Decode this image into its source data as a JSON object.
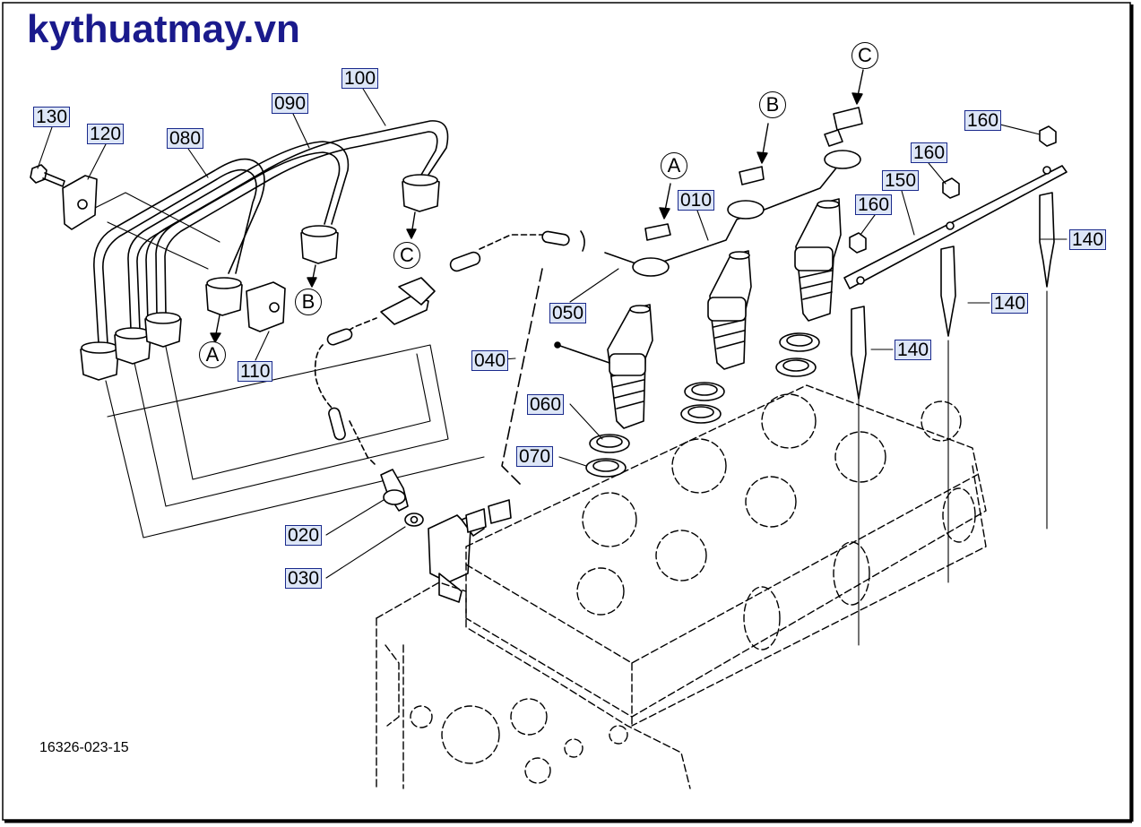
{
  "watermark": "kythuatmay.vn",
  "figure_id": "16326-023-15",
  "callouts": {
    "c130": "130",
    "c120": "120",
    "c080": "080",
    "c090": "090",
    "c100": "100",
    "c110": "110",
    "c010": "010",
    "c050": "050",
    "c040": "040",
    "c060": "060",
    "c070": "070",
    "c020": "020",
    "c030": "030",
    "c160a": "160",
    "c160b": "160",
    "c160c": "160",
    "c150": "150",
    "c140a": "140",
    "c140b": "140",
    "c140c": "140"
  },
  "refs": {
    "a1": "A",
    "a2": "A",
    "b1": "B",
    "b2": "B",
    "c1": "C",
    "c2": "C"
  }
}
